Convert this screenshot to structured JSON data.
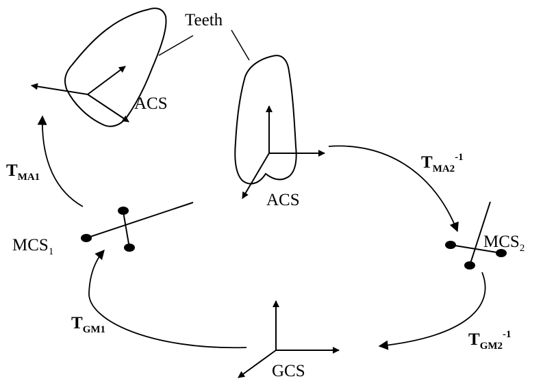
{
  "labels": {
    "teeth": "Teeth",
    "acs_top": "ACS",
    "acs_middle": "ACS",
    "gcs": "GCS",
    "mcs1": {
      "base": "MCS",
      "sub": "1"
    },
    "mcs2": {
      "base": "MCS",
      "sub": "2"
    },
    "t_ma1": {
      "base": "T",
      "sub": "MA1"
    },
    "t_ma2_inv": {
      "base": "T",
      "sub": "MA2",
      "sup": "-1"
    },
    "t_gm1": {
      "base": "T",
      "sub": "GM1"
    },
    "t_gm2_inv": {
      "base": "T",
      "sub": "GM2",
      "sup": "-1"
    }
  },
  "colors": {
    "ink": "#000000",
    "background": "#ffffff"
  }
}
